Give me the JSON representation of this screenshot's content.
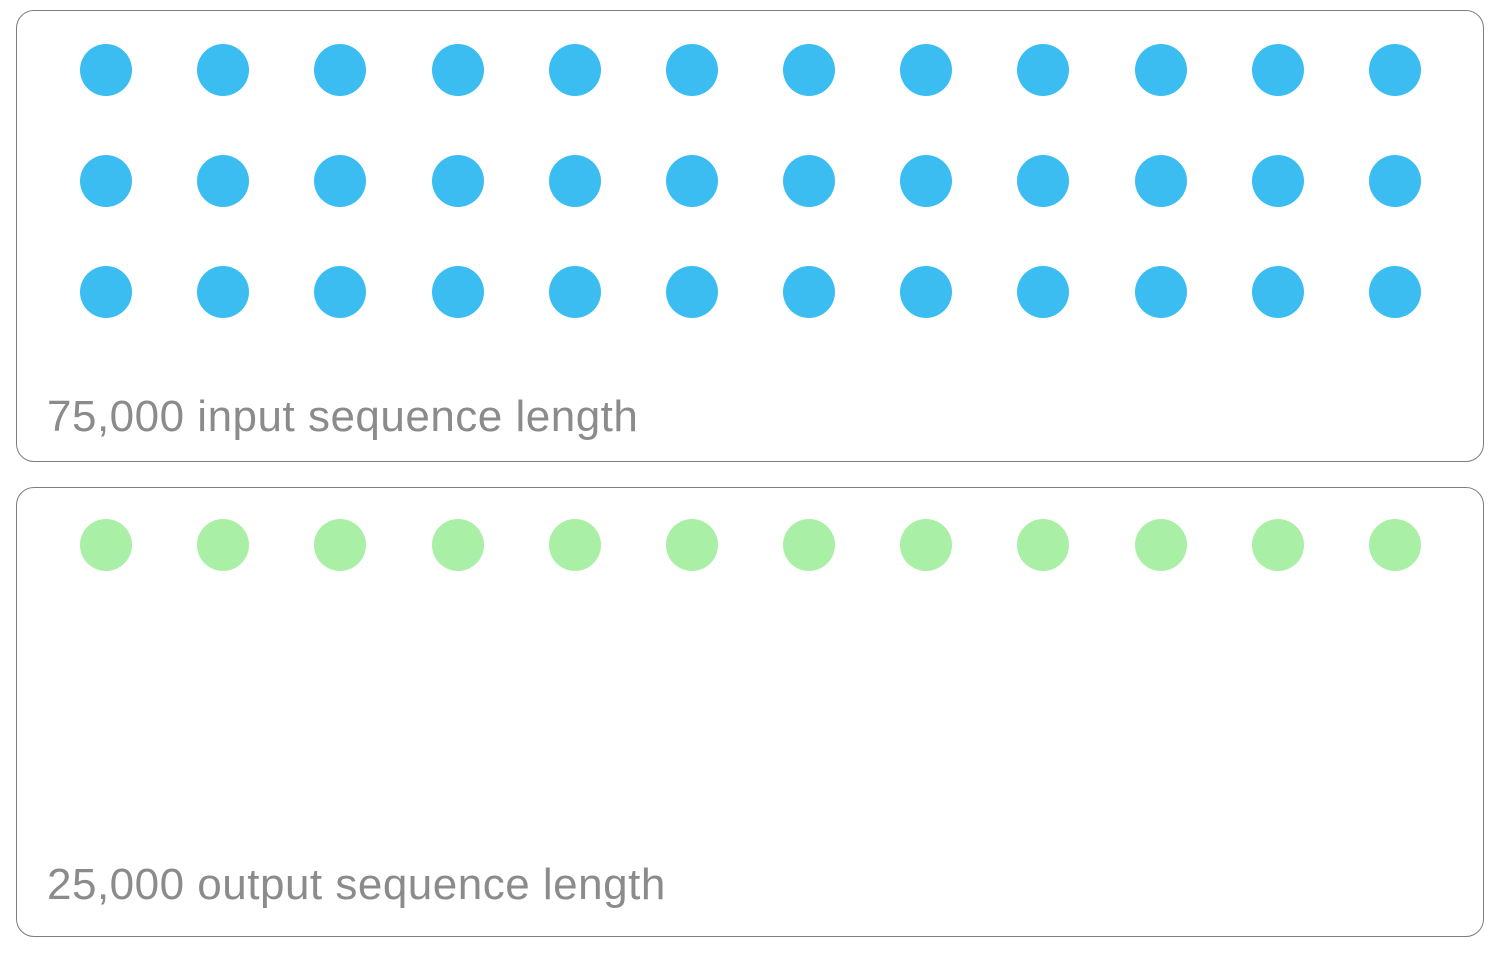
{
  "chart_data": {
    "type": "pictogram",
    "title": "",
    "xlabel": "",
    "ylabel": "",
    "legend": "none",
    "axes": "none",
    "grid": false,
    "series": [
      {
        "name": "input sequence length",
        "value": 75000,
        "label": "75,000 input sequence length",
        "dot_rows": 3,
        "dots_per_row": 12,
        "total_dots": 36,
        "color": "#3bbdf2"
      },
      {
        "name": "output sequence length",
        "value": 25000,
        "label": "25,000 output sequence length",
        "dot_rows": 1,
        "dots_per_row": 12,
        "total_dots": 12,
        "color": "#aaefa6"
      }
    ]
  },
  "panels": [
    {
      "id": "input",
      "label": "75,000 input sequence length",
      "dot_color": "#3bbdf2",
      "rows": 3,
      "dots_per_row": 12
    },
    {
      "id": "output",
      "label": "25,000 output sequence length",
      "dot_color": "#aaefa6",
      "rows": 1,
      "dots_per_row": 12
    }
  ],
  "colors": {
    "input_dot": "#3bbdf2",
    "output_dot": "#aaefa6",
    "label_text": "#8b8b8b",
    "panel_border": "#7d7d7d",
    "background": "#ffffff"
  }
}
